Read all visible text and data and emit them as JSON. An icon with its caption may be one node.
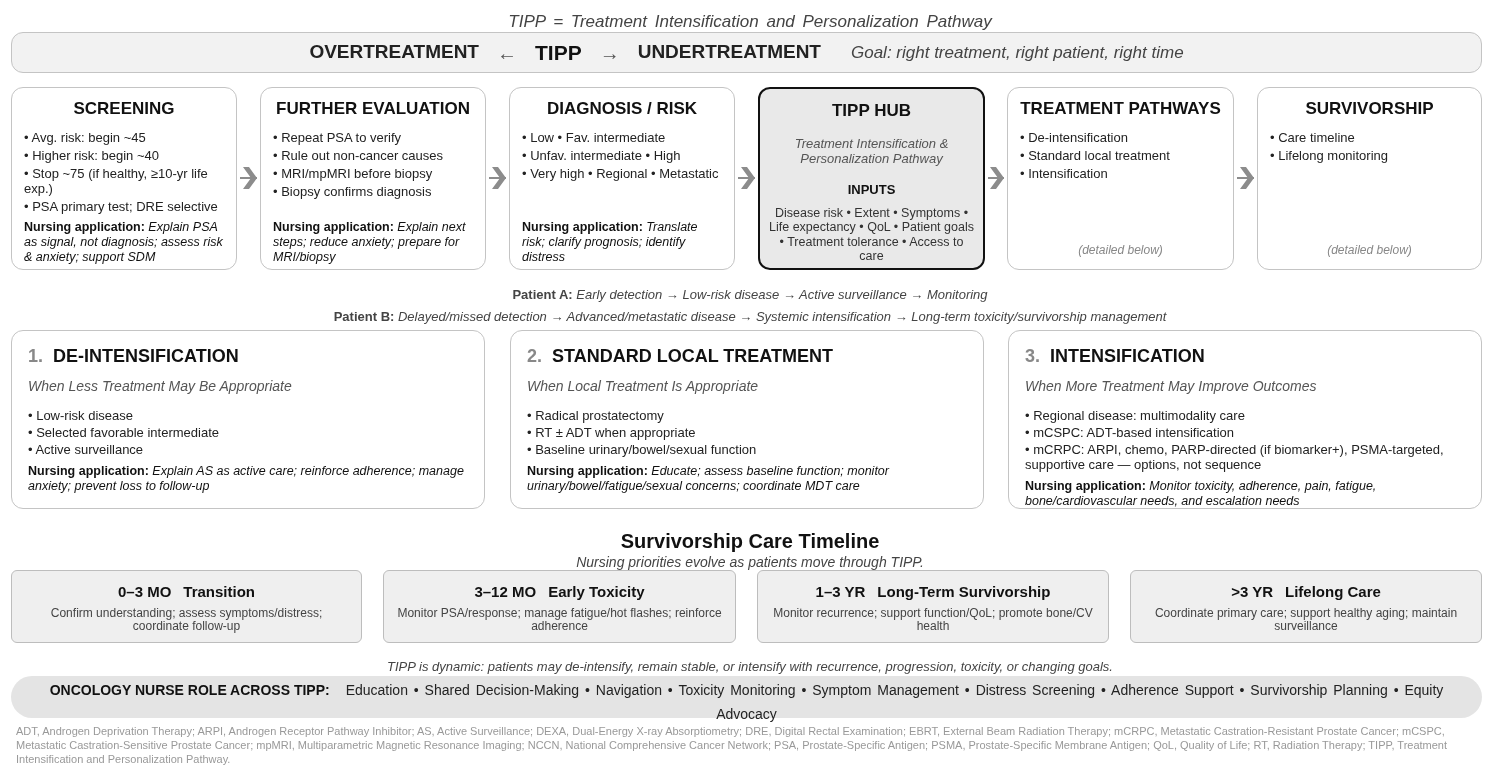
{
  "diagram": {
    "title": "TIPP = Treatment Intensification and Personalization Pathway",
    "caption": "ADT, Androgen Deprivation Therapy; ARPI, Androgen Receptor Pathway Inhibitor; AS, Active Surveillance; DEXA, Dual-Energy X-ray Absorptiometry; DRE, Digital Rectal Examination; EBRT, External Beam Radiation Therapy; mCRPC, Metastatic Castration-Resistant Prostate Cancer; mCSPC, Metastatic Castration-Sensitive Prostate Cancer; mpMRI, Multiparametric Magnetic Resonance Imaging; NCCN, National Comprehensive Cancer Network; PSA, Prostate-Specific Antigen; PSMA, Prostate-Specific Membrane Antigen; QoL, Quality of Life; RT, Radiation Therapy; TIPP, Treatment Intensification and Personalization Pathway.",
    "nodes": [
      {
        "text": [
          "OVERTREATMENT",
          "←",
          "TIPP",
          "→",
          "UNDERTREATMENT",
          "Goal: right treatment, right patient, right time"
        ]
      },
      {
        "text": [
          "SCREENING",
          "• Avg. risk: begin ~45",
          "• Higher risk: begin ~40",
          "• Stop ~75 (if healthy, ≥10-yr life exp.)",
          "• PSA primary test; DRE selective",
          "**Nursing application:** *Explain PSA as signal, not diagnosis; assess risk & anxiety; support SDM*"
        ]
      },
      {
        "text": [
          "FURTHER EVALUATION",
          "• Repeat PSA to verify",
          "• Rule out non-cancer causes",
          "• MRI/mpMRI before biopsy",
          "• Biopsy confirms diagnosis",
          "**Nursing application:** *Explain next steps; reduce anxiety; prepare for MRI/biopsy*"
        ]
      },
      {
        "text": [
          "DIAGNOSIS / RISK",
          "• Low • Fav. intermediate",
          "• Unfav. intermediate • High",
          "• Very high • Regional • Metastatic",
          "**Nursing application:** *Translate risk; clarify prognosis; identify distress*"
        ]
      },
      {
        "text": [
          "TIPP HUB",
          "Treatment Intensification & Personalization Pathway",
          "INPUTS",
          "Disease risk • Extent • Symptoms • Life expectancy • QoL • Patient goals • Treatment tolerance • Access to care"
        ]
      },
      {
        "text": [
          "TREATMENT PATHWAYS",
          "• De-intensification",
          "• Standard local treatment",
          "• Intensification",
          "(detailed below)"
        ]
      },
      {
        "text": [
          "SURVIVORSHIP",
          "• Care timeline",
          "• Lifelong monitoring",
          "(detailed below)"
        ]
      },
      {
        "text": [
          "1.",
          "DE-INTENSIFICATION",
          "When Less Treatment May Be Appropriate",
          "• Low-risk disease",
          "• Selected favorable intermediate",
          "• Active surveillance",
          "**Nursing application:** *Explain AS as active care; reinforce adherence; manage anxiety; prevent loss to follow-up*"
        ]
      },
      {
        "text": [
          "2.",
          "STANDARD LOCAL TREATMENT",
          "When Local Treatment Is Appropriate",
          "• Radical prostatectomy",
          "• RT ± ADT when appropriate",
          "• Baseline urinary/bowel/sexual function",
          "**Nursing application:** *Educate; assess baseline function; monitor urinary/bowel/fatigue/sexual concerns; coordinate MDT care*"
        ]
      },
      {
        "text": [
          "3.",
          "INTENSIFICATION",
          "When More Treatment May Improve Outcomes",
          "• Regional disease: multimodality care",
          "• mCSPC: ADT-based intensification",
          "• mCRPC: ARPI, chemo, PARP-directed (if biomarker+), PSMA-targeted, supportive care — options, not sequence",
          "**Nursing application:** *Monitor toxicity, adherence, pain, fatigue, bone/cardiovascular needs, and escalation needs*"
        ]
      },
      {
        "text": [
          "0–3 MO",
          "Transition",
          "Confirm understanding; assess symptoms/distress; coordinate follow-up"
        ]
      },
      {
        "text": [
          "3–12 MO",
          "Early Toxicity",
          "Monitor PSA/response; manage fatigue/hot flashes; reinforce adherence"
        ]
      },
      {
        "text": [
          "1–3 YR",
          "Long-Term Survivorship",
          "Monitor recurrence; support function/QoL; promote bone/CV health"
        ]
      },
      {
        "text": [
          ">3 YR",
          "Lifelong Care",
          "Coordinate primary care; support healthy aging; maintain surveillance"
        ]
      },
      {
        "text": [
          "ONCOLOGY NURSE ROLE ACROSS TIPP:",
          "Education • Shared Decision-Making • Navigation • Toxicity Monitoring • Symptom Management • Distress Screening • Adherence Support • Survivorship Planning • Equity Advocacy"
        ]
      }
    ],
    "edges": [
      {
        "from": 1,
        "to": 2,
        "arrow": "to"
      },
      {
        "from": 2,
        "to": 3,
        "arrow": "to"
      },
      {
        "from": 3,
        "to": 4,
        "arrow": "to"
      },
      {
        "from": 4,
        "to": 5,
        "arrow": "to"
      },
      {
        "from": 5,
        "to": 6,
        "arrow": "to"
      }
    ],
    "labels": [
      "**Patient A:** *Early detection → Low-risk disease → Active surveillance → Monitoring*",
      "**Patient B:** *Delayed/missed detection → Advanced/metastatic disease → Systemic intensification → Long-term toxicity/survivorship management*",
      "Survivorship Care Timeline",
      "Nursing priorities evolve as patients move through TIPP.",
      "TIPP is dynamic: patients may de-intensify, remain stable, or intensify with recurrence, progression, toxicity, or changing goals."
    ]
  }
}
